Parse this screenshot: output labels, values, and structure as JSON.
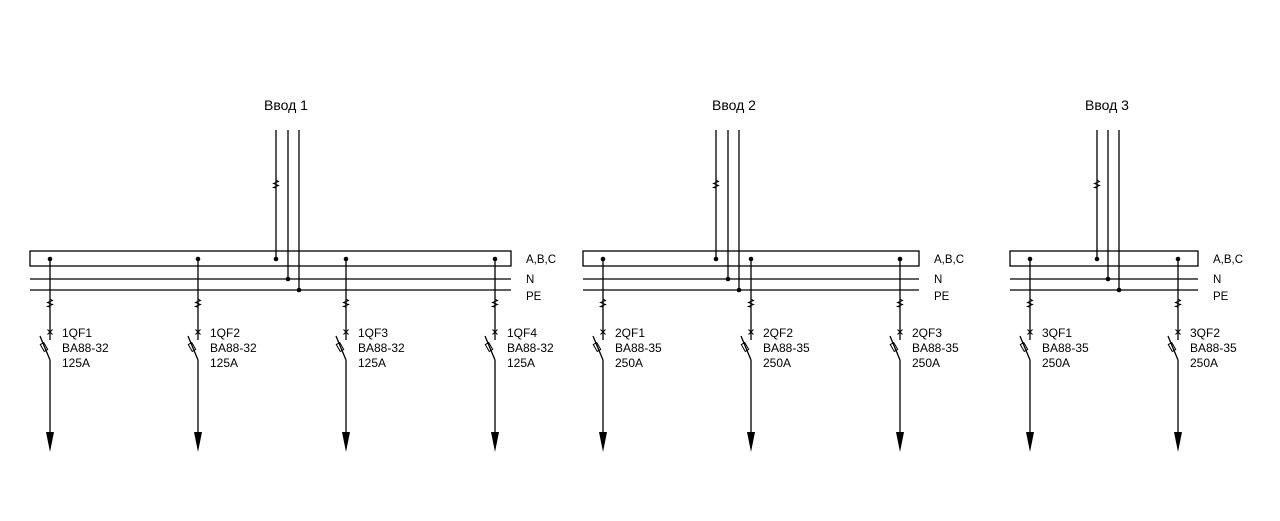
{
  "colors": {
    "line": "#000000",
    "background": "#ffffff"
  },
  "panels": [
    {
      "id": "1",
      "title": "Ввод 1",
      "bus_labels": [
        "A,B,C",
        "N",
        "PE"
      ],
      "breakers": [
        {
          "name": "1QF1",
          "model": "BA88-32",
          "rating": "125A"
        },
        {
          "name": "1QF2",
          "model": "BA88-32",
          "rating": "125A"
        },
        {
          "name": "1QF3",
          "model": "BA88-32",
          "rating": "125A"
        },
        {
          "name": "1QF4",
          "model": "BA88-32",
          "rating": "125A"
        }
      ]
    },
    {
      "id": "2",
      "title": "Ввод 2",
      "bus_labels": [
        "A,B,C",
        "N",
        "PE"
      ],
      "breakers": [
        {
          "name": "2QF1",
          "model": "BA88-35",
          "rating": "250A"
        },
        {
          "name": "2QF2",
          "model": "BA88-35",
          "rating": "250A"
        },
        {
          "name": "2QF3",
          "model": "BA88-35",
          "rating": "250A"
        }
      ]
    },
    {
      "id": "3",
      "title": "Ввод 3",
      "bus_labels": [
        "A,B,C",
        "N",
        "PE"
      ],
      "breakers": [
        {
          "name": "3QF1",
          "model": "BA88-35",
          "rating": "250A"
        },
        {
          "name": "3QF2",
          "model": "BA88-35",
          "rating": "250A"
        }
      ]
    }
  ]
}
